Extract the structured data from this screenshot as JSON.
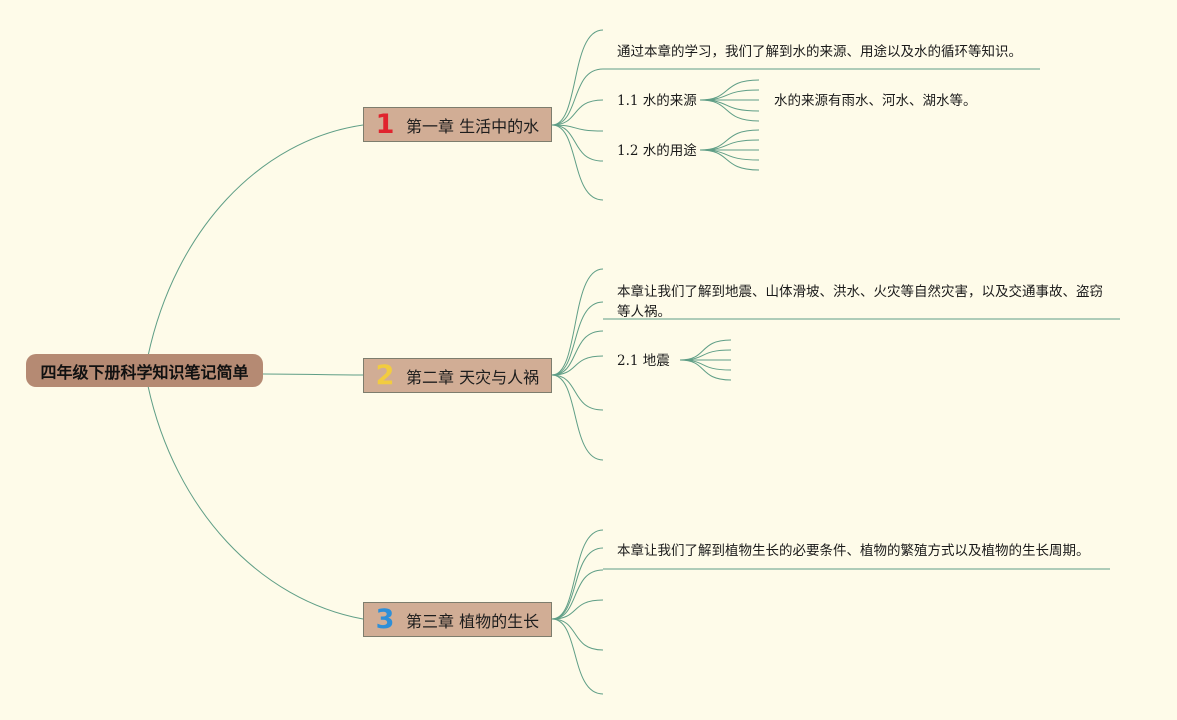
{
  "root": {
    "title": "四年级下册科学知识笔记简单"
  },
  "chapters": [
    {
      "number": "1",
      "number_color": "#e0242e",
      "title": "第一章 生活中的水",
      "summary": "通过本章的学习，我们了解到水的来源、用途以及水的循环等知识。",
      "sections": [
        {
          "title": "1.1 水的来源",
          "detail": "水的来源有雨水、河水、湖水等。"
        },
        {
          "title": "1.2 水的用途"
        }
      ]
    },
    {
      "number": "2",
      "number_color": "#f2cc3f",
      "title": "第二章 天灾与人祸",
      "summary": "本章让我们了解到地震、山体滑坡、洪水、火灾等自然灾害，以及交通事故、盗窃等人祸。",
      "sections": [
        {
          "title": "2.1 地震"
        }
      ]
    },
    {
      "number": "3",
      "number_color": "#2e8fd8",
      "title": "第三章 植物的生长",
      "summary": "本章让我们了解到植物生长的必要条件、植物的繁殖方式以及植物的生长周期。",
      "sections": []
    }
  ],
  "colors": {
    "background": "#fefbe9",
    "link": "#5f9e86",
    "root_fill": "#b58a73",
    "chapter_fill": "#d1ad95"
  }
}
